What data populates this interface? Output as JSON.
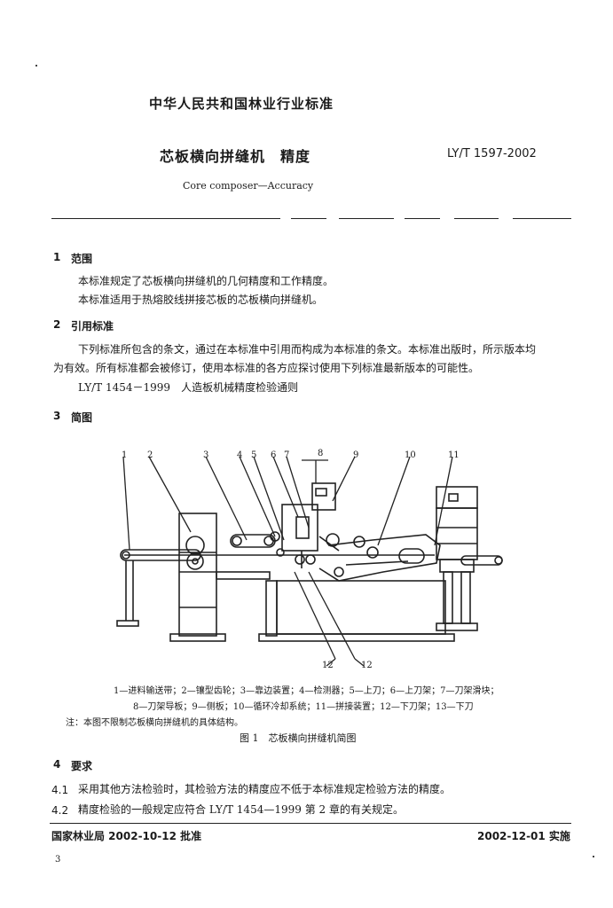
{
  "header": {
    "issuer": "中华人民共和国林业行业标准",
    "title_cn": "芯板横向拼缝机　精度",
    "code": "LY/T 1597-2002",
    "title_en": "Core composer—Accuracy"
  },
  "sections": {
    "s1": {
      "num": "1",
      "title": "范围",
      "p1": "本标准规定了芯板横向拼缝机的几何精度和工作精度。",
      "p2": "本标准适用于热熔胶线拼接芯板的芯板横向拼缝机。"
    },
    "s2": {
      "num": "2",
      "title": "引用标准",
      "p1a": "下列标准所包含的条文，通过在本标准中引用而构成为本标准的条文。本标准出版时，所示版本均",
      "p1b": "为有效。所有标准都会被修订，使用本标准的各方应探讨使用下列标准最新版本的可能性。",
      "ref": "LY/T 1454－1999　人造板机械精度检验通则"
    },
    "s3": {
      "num": "3",
      "title": "简图"
    },
    "s4": {
      "num": "4",
      "title": "要求",
      "r1_num": "4.1",
      "r1": "采用其他方法检验时，其检验方法的精度应不低于本标准规定检验方法的精度。",
      "r2_num": "4.2",
      "r2": "精度检验的一般规定应符合 LY/T 1454—1999 第 2 章的有关规定。"
    }
  },
  "figure": {
    "callouts_top": [
      "1",
      "2",
      "3",
      "4",
      "5",
      "6",
      "7",
      "8",
      "9",
      "10",
      "11"
    ],
    "callouts_bottom": [
      "12",
      "12"
    ],
    "legend_line1": "1—进料输送带；2—镶型齿轮；3—靠边装置；4—检测器；5—上刀；6—上刀架；7—刀架滑块；",
    "legend_line2": "8—刀架导板；9—侧板；10—循环冷却系统；11—拼接装置；12—下刀架；13—下刀",
    "note": "注：本图不限制芯板横向拼缝机的具体结构。",
    "caption": "图 1　芯板横向拼缝机简图"
  },
  "footer": {
    "approval": "国家林业局 2002-10-12 批准",
    "effective": "2002-12-01 实施",
    "page": "3"
  }
}
